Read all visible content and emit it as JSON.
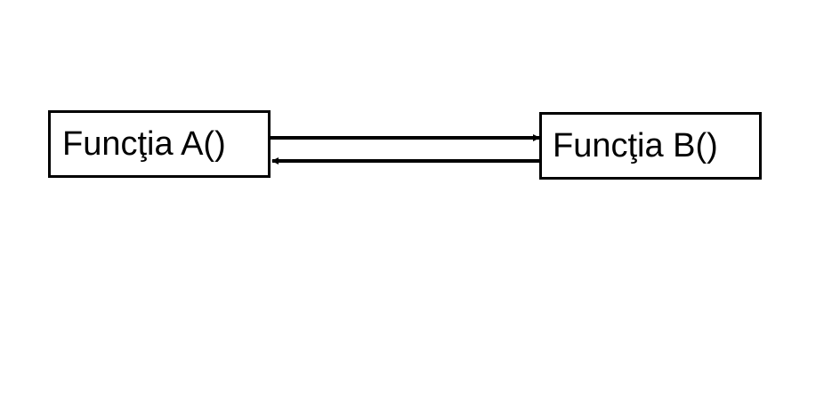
{
  "diagram": {
    "nodes": [
      {
        "id": "a",
        "label": "Funcţia A()"
      },
      {
        "id": "b",
        "label": "Funcţia B()"
      }
    ],
    "edges": [
      {
        "from": "a",
        "to": "b",
        "label": ""
      },
      {
        "from": "b",
        "to": "a",
        "label": ""
      }
    ],
    "colors": {
      "stroke": "#000000",
      "background": "#ffffff"
    }
  }
}
